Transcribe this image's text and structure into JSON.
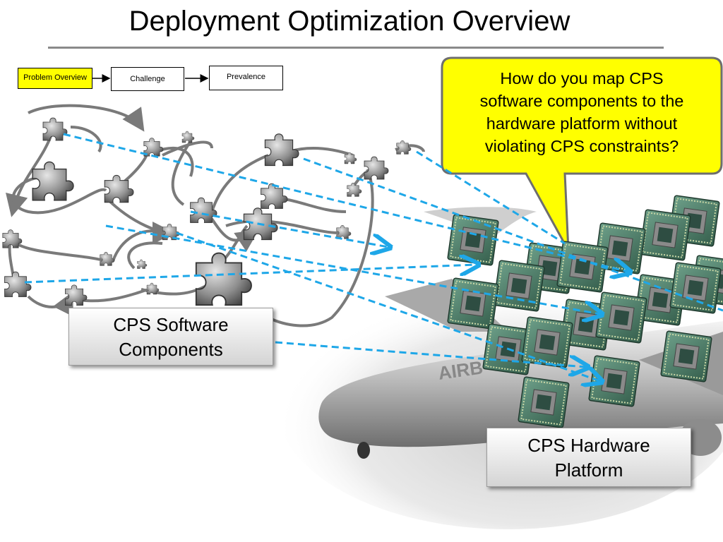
{
  "title": "Deployment Optimization Overview",
  "flow": {
    "steps": [
      "Problem Overview",
      "Challenge",
      "Prevalence"
    ],
    "active_color": "#ffff00"
  },
  "callout": {
    "lines": [
      "How do you map CPS",
      "software components to the",
      "hardware platform without",
      "violating CPS constraints?"
    ],
    "fill": "#ffff00"
  },
  "software_caption": {
    "line1": "CPS Software",
    "line2": "Components"
  },
  "hardware_caption": {
    "line1": "CPS Hardware",
    "line2": "Platform"
  },
  "airplane_text": "AIRB",
  "colors": {
    "mapping_arrow": "#1ea7e8",
    "dependency_arrow": "#7a7a7a"
  }
}
